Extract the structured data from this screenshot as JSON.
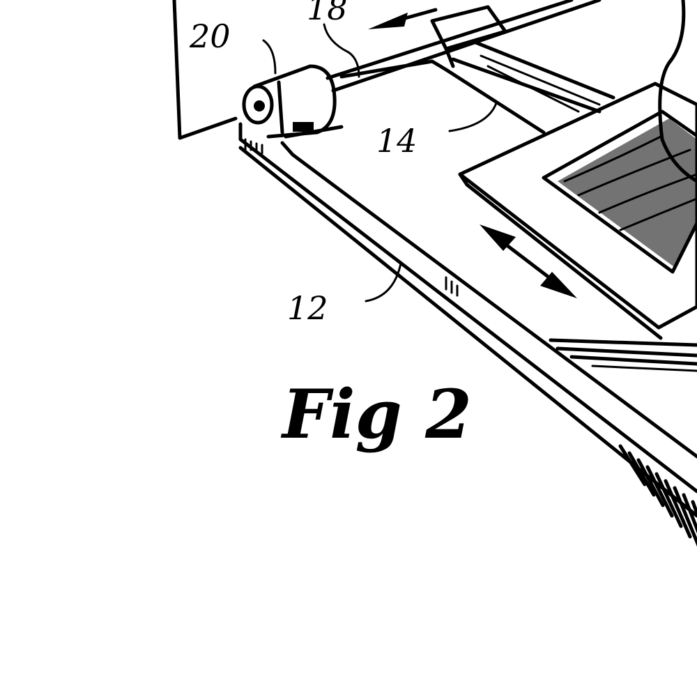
{
  "figure": {
    "caption": "Fig 2",
    "reference_numerals": [
      "20",
      "18",
      "14",
      "12"
    ],
    "ink_color": "#000000",
    "background_color": "#ffffff"
  }
}
